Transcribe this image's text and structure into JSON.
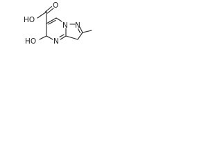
{
  "molecule": {
    "atom_labels": {
      "carboxyl_oxygen_top": "O",
      "carboxyl_hydroxyl": "HO",
      "ring_hydroxyl": "HO",
      "ring_nitrogen_bridge": "N",
      "ring_nitrogen_pyrazole": "N",
      "ring_nitrogen_bottom": "N"
    }
  }
}
